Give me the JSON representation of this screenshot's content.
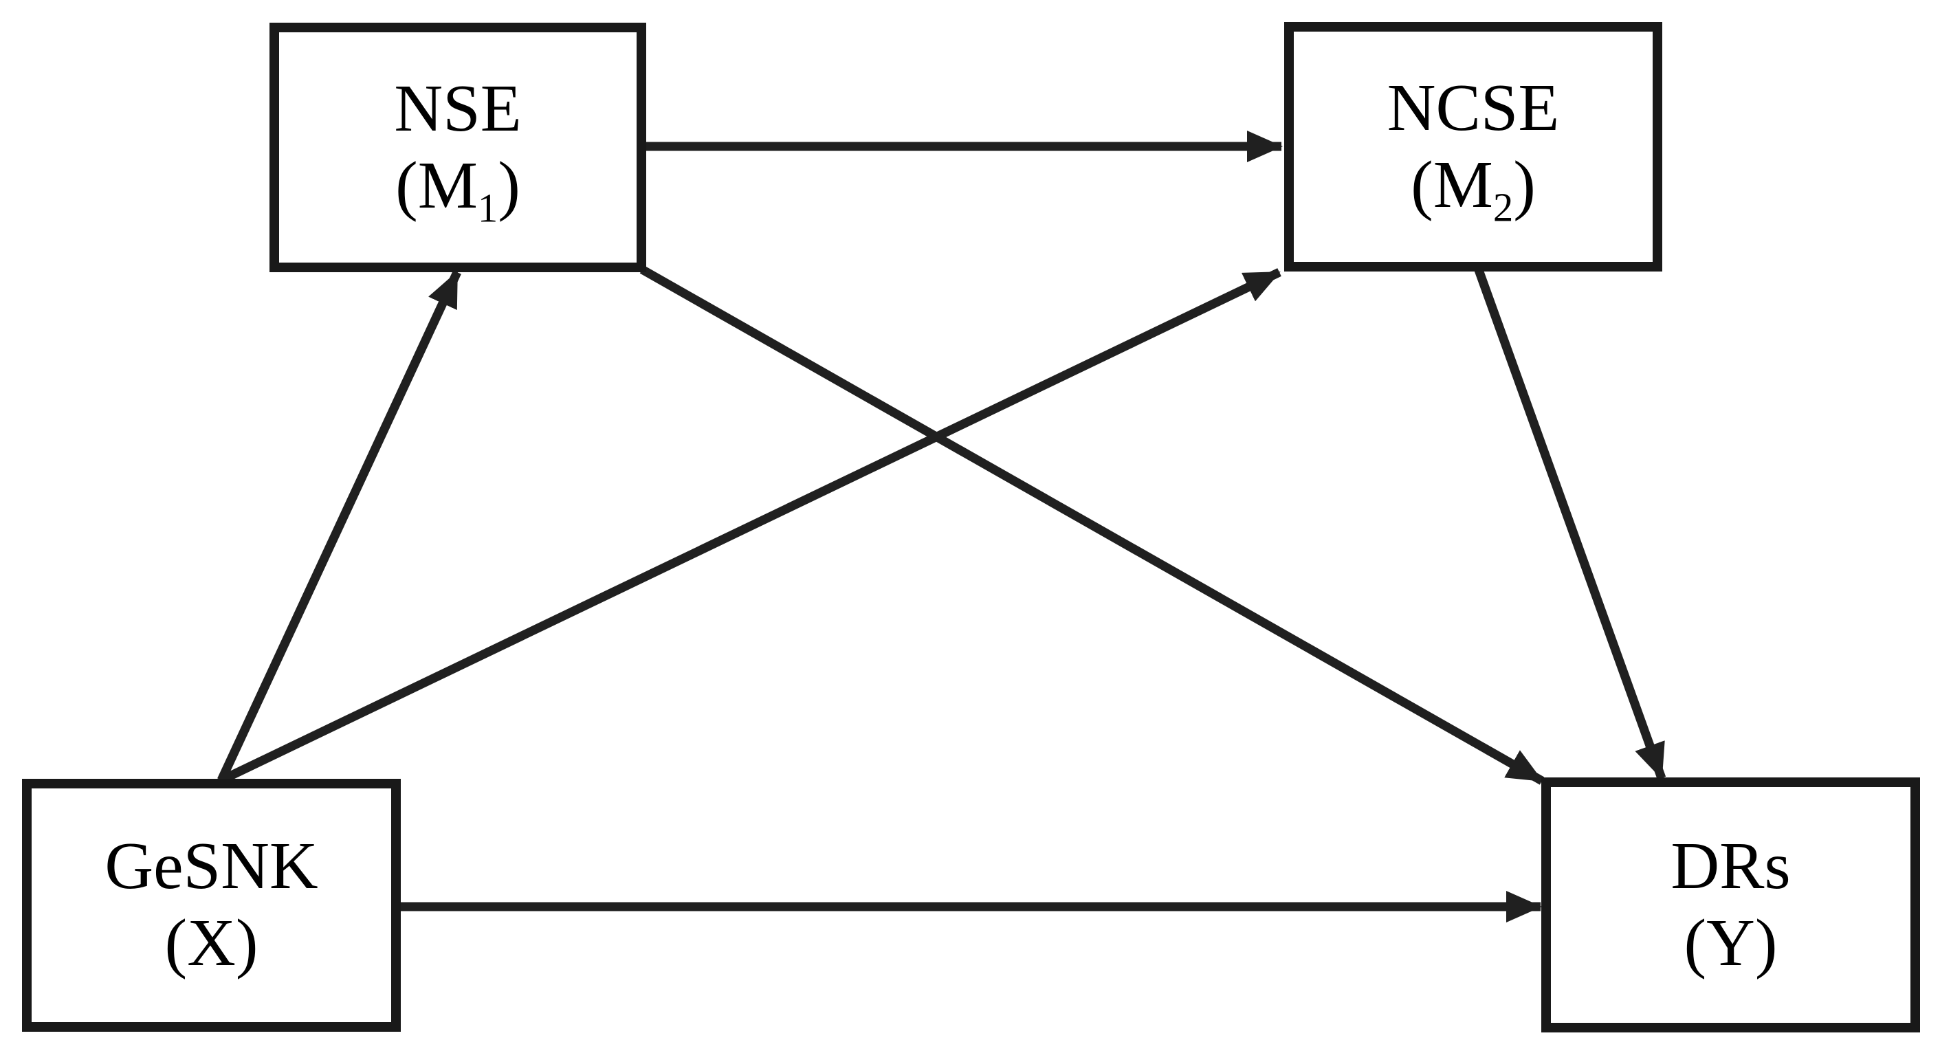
{
  "figure": {
    "type": "mediation-path-diagram",
    "background_color": "#ffffff",
    "line_color": "#202020",
    "box_border_color": "#191919",
    "text_color": "#000000"
  },
  "nodes": [
    {
      "id": "nse",
      "title": "NSE",
      "sym_pre": "(M",
      "sym_sub": "1",
      "sym_post": ")",
      "full_label": "NSE (M1)"
    },
    {
      "id": "ncse",
      "title": "NCSE",
      "sym_pre": "(M",
      "sym_sub": "2",
      "sym_post": ")",
      "full_label": "NCSE (M2)"
    },
    {
      "id": "gesnk",
      "title": "GeSNK",
      "sym_pre": "(X",
      "sym_sub": "",
      "sym_post": ")",
      "full_label": "GeSNK (X)"
    },
    {
      "id": "drs",
      "title": "DRs",
      "sym_pre": "(Y",
      "sym_sub": "",
      "sym_post": ")",
      "full_label": "DRs (Y)"
    }
  ],
  "edges": [
    {
      "id": "nse-to-ncse",
      "from": "NSE (M1)",
      "to": "NCSE (M2)"
    },
    {
      "id": "gesnk-to-nse",
      "from": "GeSNK (X)",
      "to": "NSE (M1)"
    },
    {
      "id": "gesnk-to-ncse",
      "from": "GeSNK (X)",
      "to": "NCSE (M2)"
    },
    {
      "id": "nse-to-drs",
      "from": "NSE (M1)",
      "to": "DRs (Y)"
    },
    {
      "id": "ncse-to-drs",
      "from": "NCSE (M2)",
      "to": "DRs (Y)"
    },
    {
      "id": "gesnk-to-drs",
      "from": "GeSNK (X)",
      "to": "DRs (Y)"
    }
  ]
}
